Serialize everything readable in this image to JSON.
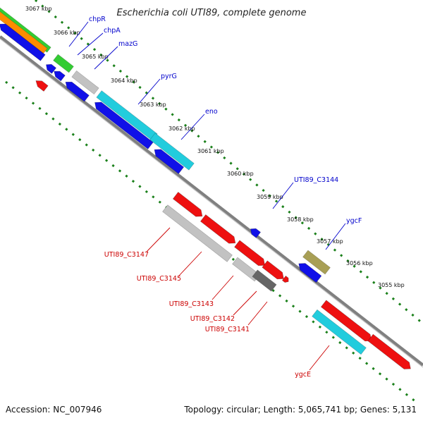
{
  "map": {
    "title": "Escherichia coli UTI89, complete genome",
    "colors": {
      "forward_cds": "#1010e8",
      "reverse_cds": "#ee1010",
      "rna_orange": "#ff8c00",
      "rna_green": "#33cc33",
      "cog_grey": "#c2c2c2",
      "cog_dark": "#666666",
      "cog_cyan": "#22ccdd",
      "cog_olive": "#a89f55",
      "backbone": "#808080",
      "dots": "#1a801a",
      "label_forward": "#0000cc",
      "label_reverse": "#cc0000"
    },
    "ticks": [
      "3067 kbp",
      "3066 kbp",
      "3065 kbp",
      "3064 kbp",
      "3063 kbp",
      "3062 kbp",
      "3061 kbp",
      "3060 kbp",
      "3059 kbp",
      "3058 kbp",
      "3057 kbp",
      "3056 kbp",
      "3055 kbp"
    ],
    "forward_labels": [
      "chpR",
      "chpA",
      "mazG",
      "pyrG",
      "eno",
      "UTI89_C3144",
      "ygcF"
    ],
    "reverse_labels": [
      "UTI89_C3147",
      "UTI89_C3145",
      "UTI89_C3143",
      "UTI89_C3142",
      "UTI89_C3141",
      "ygcE"
    ]
  },
  "footer": {
    "accession": "Accession: NC_007946",
    "summary": "Topology: circular; Length: 5,065,741 bp; Genes: 5,131"
  }
}
